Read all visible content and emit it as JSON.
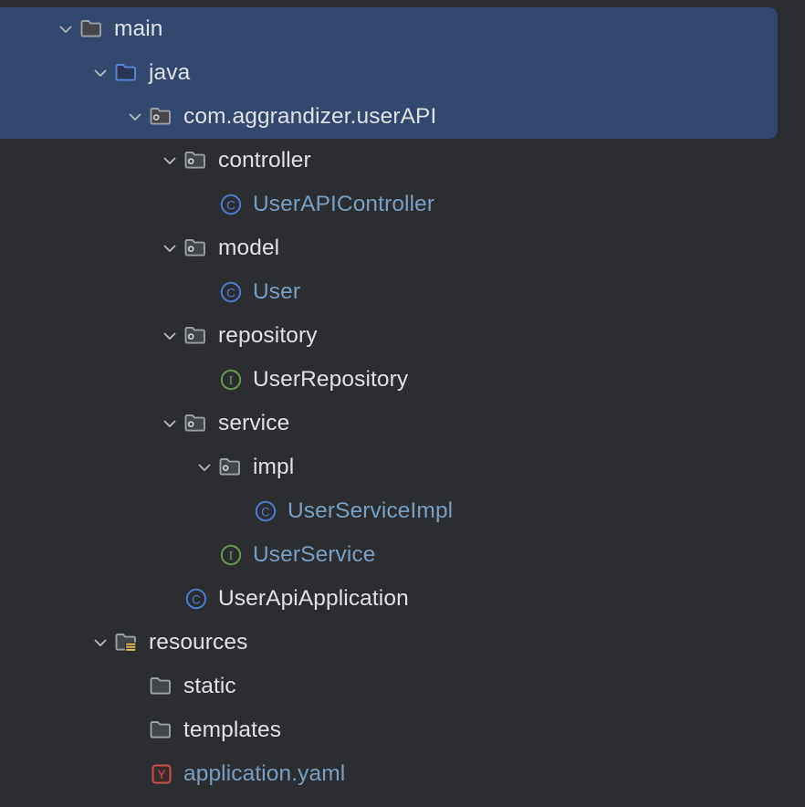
{
  "theme": {
    "background": "#2b2d30",
    "selection": "#34486e",
    "text_default": "#dfe1e5",
    "text_opened_file": "#7a9ec2",
    "class_icon": "#4d7ecb",
    "interface_icon": "#6a9b55",
    "folder_icon": "#9aa0a6",
    "source_folder_icon": "#5a87d8",
    "resources_badge": "#e8bf5e",
    "yaml_icon": "#c75450"
  },
  "tree": {
    "name": "project-tree",
    "rows": [
      {
        "label": "main",
        "depth": 0,
        "icon": "folder-icon",
        "chevron": "chevron-down-icon",
        "selected": true,
        "text_style": "default"
      },
      {
        "label": "java",
        "depth": 1,
        "icon": "source-folder-icon",
        "chevron": "chevron-down-icon",
        "selected": true,
        "text_style": "default"
      },
      {
        "label": "com.aggrandizer.userAPI",
        "depth": 2,
        "icon": "package-folder-icon",
        "chevron": "chevron-down-icon",
        "selected": true,
        "text_style": "default"
      },
      {
        "label": "controller",
        "depth": 3,
        "icon": "package-folder-icon",
        "chevron": "chevron-down-icon",
        "selected": false,
        "text_style": "default"
      },
      {
        "label": "UserAPIController",
        "depth": 4,
        "icon": "java-class-icon",
        "chevron": "none",
        "selected": false,
        "text_style": "muted"
      },
      {
        "label": "model",
        "depth": 3,
        "icon": "package-folder-icon",
        "chevron": "chevron-down-icon",
        "selected": false,
        "text_style": "default"
      },
      {
        "label": "User",
        "depth": 4,
        "icon": "java-class-icon",
        "chevron": "none",
        "selected": false,
        "text_style": "muted"
      },
      {
        "label": "repository",
        "depth": 3,
        "icon": "package-folder-icon",
        "chevron": "chevron-down-icon",
        "selected": false,
        "text_style": "default"
      },
      {
        "label": "UserRepository",
        "depth": 4,
        "icon": "java-interface-icon",
        "chevron": "none",
        "selected": false,
        "text_style": "default"
      },
      {
        "label": "service",
        "depth": 3,
        "icon": "package-folder-icon",
        "chevron": "chevron-down-icon",
        "selected": false,
        "text_style": "default"
      },
      {
        "label": "impl",
        "depth": 4,
        "icon": "package-folder-icon",
        "chevron": "chevron-down-icon",
        "selected": false,
        "text_style": "default"
      },
      {
        "label": "UserServiceImpl",
        "depth": 5,
        "icon": "java-class-icon",
        "chevron": "none",
        "selected": false,
        "text_style": "muted"
      },
      {
        "label": "UserService",
        "depth": 4,
        "icon": "java-interface-icon",
        "chevron": "none",
        "selected": false,
        "text_style": "muted"
      },
      {
        "label": "UserApiApplication",
        "depth": 3,
        "icon": "java-class-icon",
        "chevron": "none",
        "selected": false,
        "text_style": "default"
      },
      {
        "label": "resources",
        "depth": 1,
        "icon": "resources-folder-icon",
        "chevron": "chevron-down-icon",
        "selected": false,
        "text_style": "default"
      },
      {
        "label": "static",
        "depth": 2,
        "icon": "folder-icon",
        "chevron": "none",
        "selected": false,
        "text_style": "default"
      },
      {
        "label": "templates",
        "depth": 2,
        "icon": "folder-icon",
        "chevron": "none",
        "selected": false,
        "text_style": "default"
      },
      {
        "label": "application.yaml",
        "depth": 2,
        "icon": "yaml-file-icon",
        "chevron": "none",
        "selected": false,
        "text_style": "muted"
      }
    ]
  }
}
